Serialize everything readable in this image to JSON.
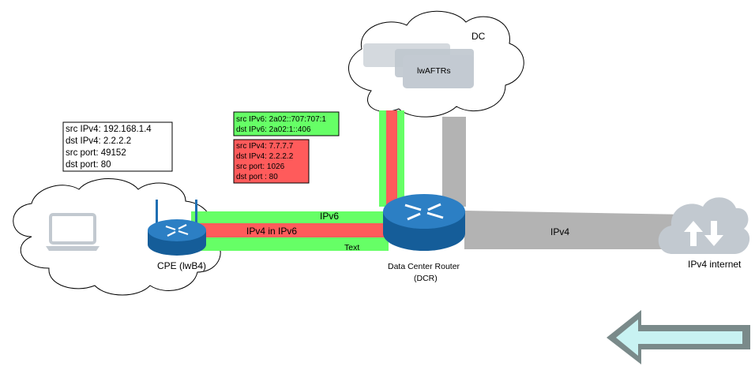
{
  "colors": {
    "tunnel_green": "#66ff66",
    "tunnel_red": "#ff5b5b",
    "ipv4_grey": "#b3b3b3",
    "router_blue": "#1f6fb2",
    "cloud_grey": "#bfc7cf",
    "arrow_outline": "#7a8a8a",
    "arrow_fill": "#c8f2f2"
  },
  "labels": {
    "dc": "DC",
    "lwaftrs": "lwAFTRs",
    "cpe": "CPE (lwB4)",
    "dcr_line1": "Data Center Router",
    "dcr_line2": "(DCR)",
    "ipv6": "IPv6",
    "ipv4_in_ipv6": "IPv4 in IPv6",
    "text": "Text",
    "ipv4": "IPv4",
    "ipv4_internet": "IPv4 internet"
  },
  "cpe_packet": [
    "src IPv4: 192.168.1.4",
    "dst IPv4: 2.2.2.2",
    "src port: 49152",
    "dst port: 80"
  ],
  "tunnel_ipv6_header": [
    "src IPv6: 2a02::707:707:1",
    "dst IPv6: 2a02:1::406"
  ],
  "tunnel_ipv4_packet": [
    "src IPv4: 7.7.7.7",
    "dst IPv4: 2.2.2.2",
    "src port: 1026",
    "dst port : 80"
  ],
  "icons": [
    "laptop-icon",
    "router-icon",
    "cloud-icon",
    "cloud-upload-download-icon",
    "arrow-left-icon"
  ]
}
